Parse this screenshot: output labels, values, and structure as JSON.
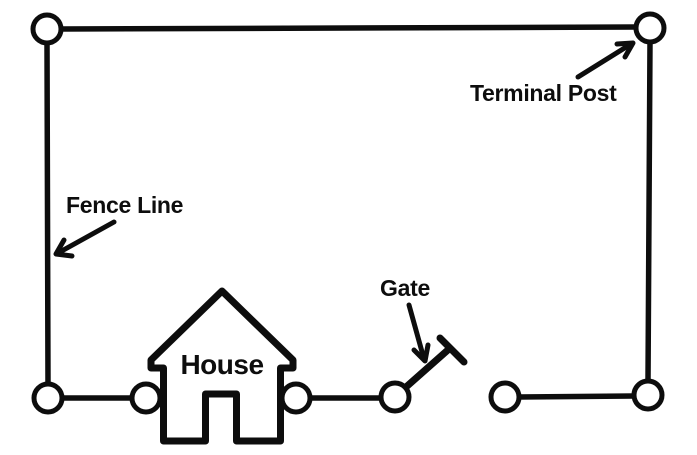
{
  "diagram": {
    "description": "Fence layout diagram",
    "colors": {
      "background": "#ffffff",
      "ink": "#0d0d0d"
    },
    "labels": {
      "terminal_post": "Terminal Post",
      "fence_line": "Fence Line",
      "gate": "Gate",
      "house": "House"
    },
    "elements": {
      "terminal_post_count": 8,
      "gate_count": 1,
      "house_count": 1
    }
  }
}
